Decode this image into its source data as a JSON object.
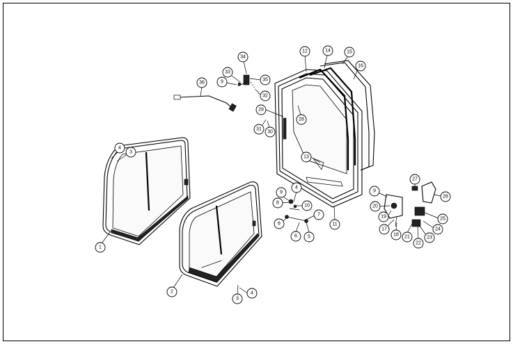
{
  "diagram": {
    "callouts": [
      "1",
      "2",
      "3",
      "4",
      "3",
      "4",
      "5",
      "6",
      "6",
      "7",
      "8",
      "9",
      "10",
      "4",
      "11",
      "12",
      "13",
      "14",
      "15",
      "16",
      "17",
      "18",
      "19",
      "20",
      "9",
      "21",
      "22",
      "23",
      "24",
      "25",
      "26",
      "27",
      "28",
      "29",
      "30",
      "31",
      "9",
      "32",
      "33",
      "34",
      "35",
      "36"
    ]
  }
}
